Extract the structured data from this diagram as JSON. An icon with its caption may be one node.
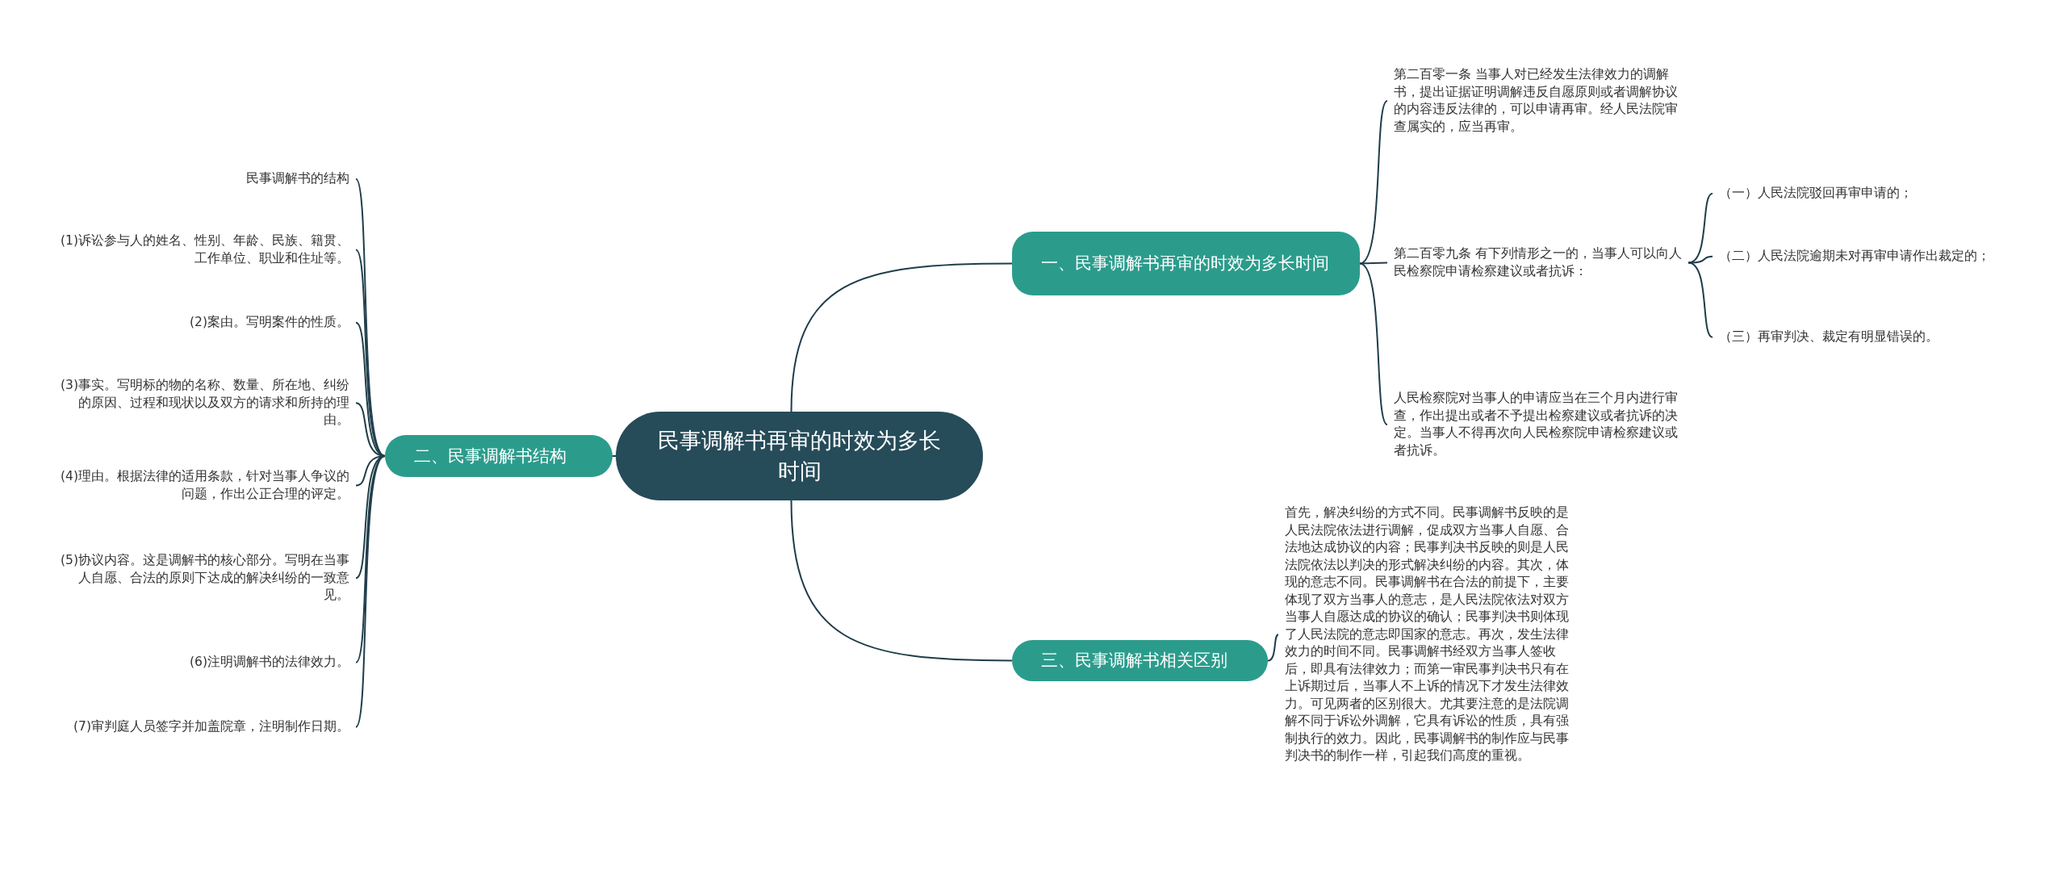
{
  "diagram": {
    "nodes": [
      {
        "text": [
          "民事调解书再审的时效为多长时间"
        ]
      },
      {
        "text": [
          "一、民事调解书再审的时效为多长时间"
        ]
      },
      {
        "text": [
          "第二百零一条 当事人对已经发生法律效力的调解书，提出证据证明调解违反自愿原则或者调解协议的内容违反法律的，可以申请再审。经人民法院审查属实的，应当再审。"
        ]
      },
      {
        "text": [
          "第二百零九条 有下列情形之一的，当事人可以向人民检察院申请检察建议或者抗诉："
        ]
      },
      {
        "text": [
          "人民检察院对当事人的申请应当在三个月内进行审查，作出提出或者不予提出检察建议或者抗诉的决定。当事人不得再次向人民检察院申请检察建议或者抗诉。"
        ]
      },
      {
        "text": [
          "（一）人民法院驳回再审申请的；"
        ]
      },
      {
        "text": [
          "（二）人民法院逾期未对再审申请作出裁定的；"
        ]
      },
      {
        "text": [
          "（三）再审判决、裁定有明显错误的。"
        ]
      },
      {
        "text": [
          "二、民事调解书结构"
        ]
      },
      {
        "text": [
          "民事调解书的结构"
        ]
      },
      {
        "text": [
          "(1)诉讼参与人的姓名、性别、年龄、民族、籍贯、工作单位、职业和住址等。"
        ]
      },
      {
        "text": [
          "(2)案由。写明案件的性质。"
        ]
      },
      {
        "text": [
          "(3)事实。写明标的物的名称、数量、所在地、纠纷的原因、过程和现状以及双方的请求和所持的理由。"
        ]
      },
      {
        "text": [
          "(4)理由。根据法律的适用条款，针对当事人争议的问题，作出公正合理的评定。"
        ]
      },
      {
        "text": [
          "(5)协议内容。这是调解书的核心部分。写明在当事人自愿、合法的原则下达成的解决纠纷的一致意见。"
        ]
      },
      {
        "text": [
          "(6)注明调解书的法律效力。"
        ]
      },
      {
        "text": [
          "(7)审判庭人员签字并加盖院章，注明制作日期。"
        ]
      },
      {
        "text": [
          "三、民事调解书相关区别"
        ]
      },
      {
        "text": [
          "首先，解决纠纷的方式不同。民事调解书反映的是人民法院依法进行调解，促成双方当事人自愿、合法地达成协议的内容；民事判决书反映的则是人民法院依法以判决的形式解决纠纷的内容。其次，体现的意志不同。民事调解书在合法的前提下，主要体现了双方当事人的意志，是人民法院依法对双方当事人自愿达成的协议的确认；民事判决书则体现了人民法院的意志即国家的意志。再次，发生法律效力的时间不同。民事调解书经双方当事人签收后，即具有法律效力；而第一审民事判决书只有在上诉期过后，当事人不上诉的情况下才发生法律效力。可见两者的区别很大。尤其要注意的是法院调解不同于诉讼外调解，它具有诉讼的性质，具有强制执行的效力。因此，民事调解书的制作应与民事判决书的制作一样，引起我们高度的重视。"
        ]
      }
    ],
    "edges": [
      {
        "from": 0,
        "to": 1,
        "arrow": "none"
      },
      {
        "from": 1,
        "to": 2,
        "arrow": "none"
      },
      {
        "from": 1,
        "to": 3,
        "arrow": "none"
      },
      {
        "from": 1,
        "to": 4,
        "arrow": "none"
      },
      {
        "from": 3,
        "to": 5,
        "arrow": "none"
      },
      {
        "from": 3,
        "to": 6,
        "arrow": "none"
      },
      {
        "from": 3,
        "to": 7,
        "arrow": "none"
      },
      {
        "from": 0,
        "to": 8,
        "arrow": "none"
      },
      {
        "from": 8,
        "to": 9,
        "arrow": "none"
      },
      {
        "from": 8,
        "to": 10,
        "arrow": "none"
      },
      {
        "from": 8,
        "to": 11,
        "arrow": "none"
      },
      {
        "from": 8,
        "to": 12,
        "arrow": "none"
      },
      {
        "from": 8,
        "to": 13,
        "arrow": "none"
      },
      {
        "from": 8,
        "to": 14,
        "arrow": "none"
      },
      {
        "from": 8,
        "to": 15,
        "arrow": "none"
      },
      {
        "from": 8,
        "to": 16,
        "arrow": "none"
      },
      {
        "from": 0,
        "to": 17,
        "arrow": "none"
      },
      {
        "from": 17,
        "to": 18,
        "arrow": "none"
      }
    ]
  }
}
